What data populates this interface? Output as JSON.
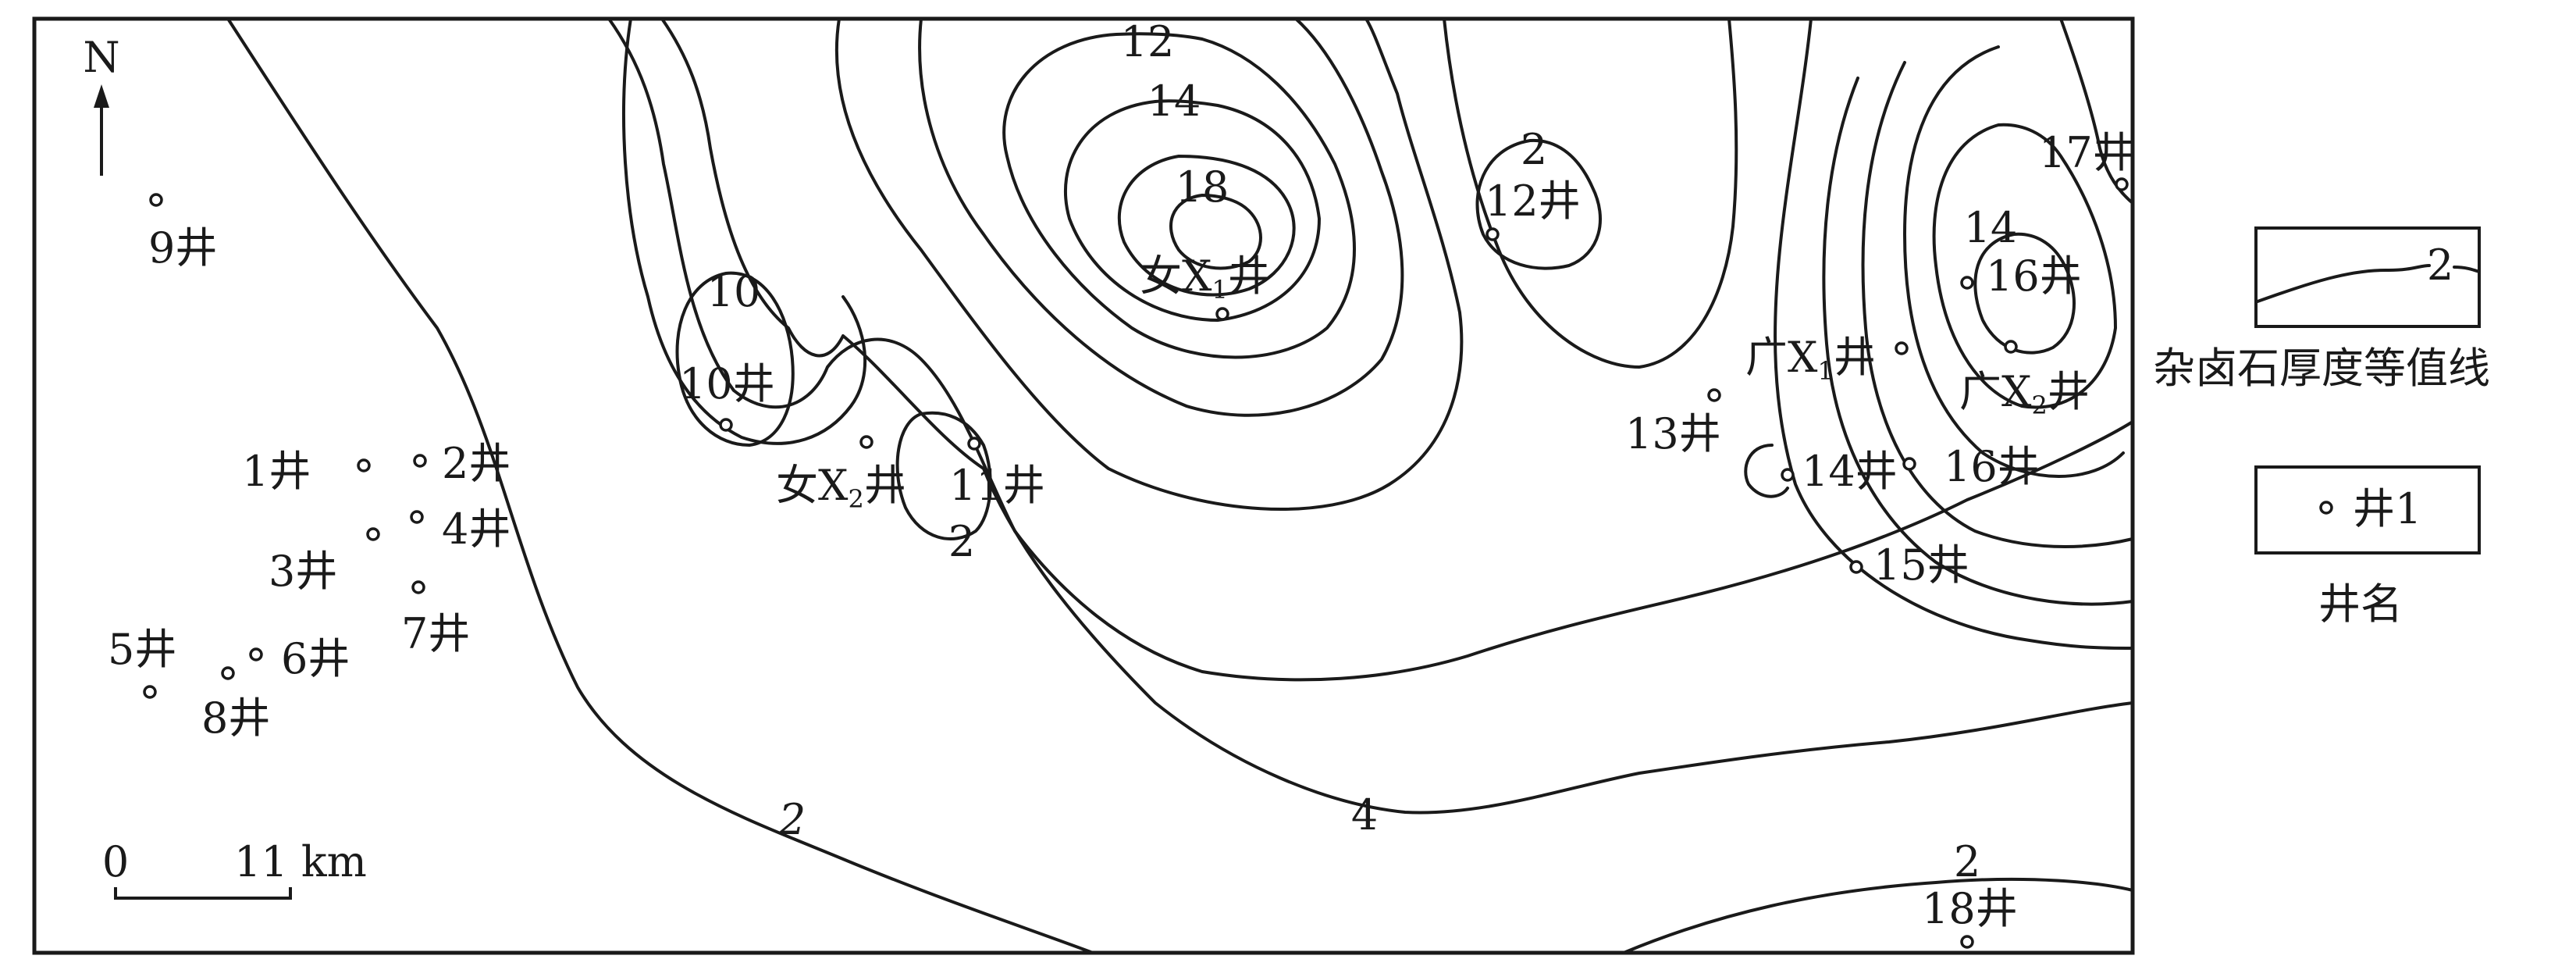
{
  "north": "N",
  "scale": {
    "zero": "0",
    "value": "11 km"
  },
  "contour_labels": {
    "c12": "12",
    "c14": "14",
    "c18": "18",
    "c10": "10",
    "c2_n": "2",
    "c2_nvx": "2",
    "c2_sw": "2",
    "c4": "4",
    "c14_e": "14",
    "c2_s": "2"
  },
  "wells": {
    "w1": "1井",
    "w2": "2井",
    "w3": "3井",
    "w4": "4井",
    "w5": "5井",
    "w6": "6井",
    "w7": "7井",
    "w8": "8井",
    "w9": "9井",
    "w10": "10井",
    "w11": "11井",
    "w12": "12井",
    "w13": "13井",
    "w14": "14井",
    "w15": "15井",
    "w16a": "16井",
    "w16b": "16井",
    "w17": "17井",
    "w18": "18井",
    "nvx1": {
      "main": "女X",
      "sub": "1",
      "suffix": "井"
    },
    "nvx2": {
      "main": "女X",
      "sub": "2",
      "suffix": "井"
    },
    "gx1": {
      "main": "广X",
      "sub": "1",
      "suffix": "井"
    },
    "gx2": {
      "main": "广X",
      "sub": "2",
      "suffix": "井"
    }
  },
  "legend": {
    "contour_value": "2",
    "contour_caption": "杂卤石厚度等值线",
    "well_sample": "井1",
    "well_caption": "井名"
  }
}
